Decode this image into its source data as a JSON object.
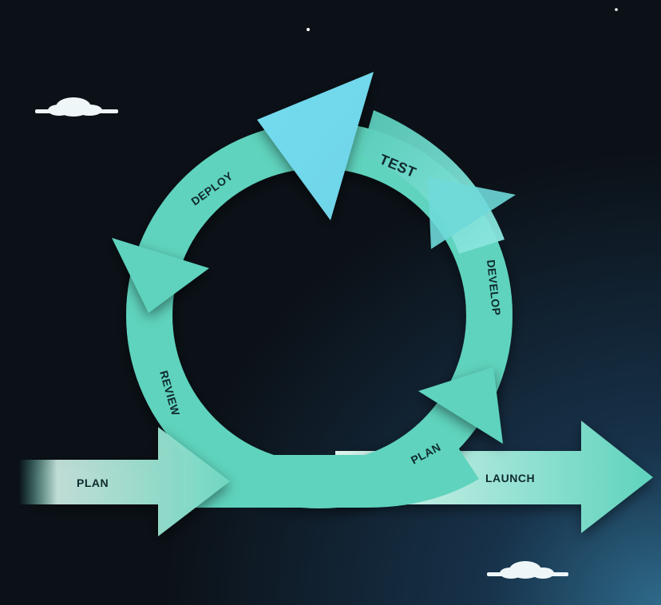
{
  "diagram": {
    "entry_label": "PLAN",
    "exit_label": "LAUNCH",
    "cycle": [
      {
        "id": "plan",
        "label": "PLAN"
      },
      {
        "id": "develop",
        "label": "DEVELOP"
      },
      {
        "id": "test",
        "label": "TEST"
      },
      {
        "id": "deploy",
        "label": "DEPLOY"
      },
      {
        "id": "review",
        "label": "REVIEW"
      }
    ]
  },
  "colors": {
    "background_top": "#0b1117",
    "background_bottom": "#1d4a63",
    "arrow_teal": "#5fd3bd",
    "arrow_teal_light": "#8ae6e3",
    "arrow_highlight": "#72d9ea",
    "label_text": "#0f2a2e",
    "cloud": "#eef6f8"
  }
}
